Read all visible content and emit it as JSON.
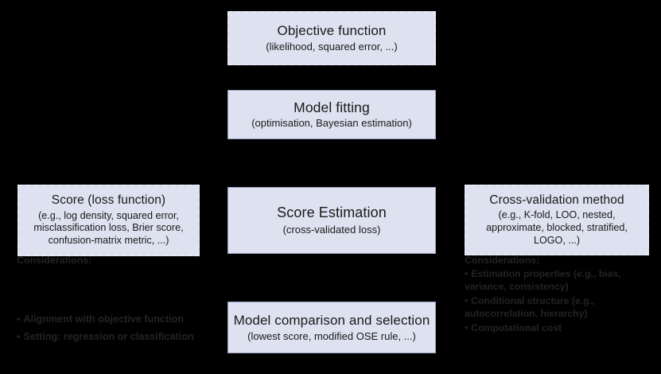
{
  "diagram": {
    "background_color": "#000000",
    "box_fill_color": "#dde1f0",
    "box_border_color": "#9aa3c4",
    "dashed_border_color": "#e9ecf6",
    "considerations_text_color": "#232323",
    "boxes": [
      {
        "id": "objective",
        "title": "Objective function",
        "subtitle": "(likelihood, squared error, ...)",
        "border": "dashed"
      },
      {
        "id": "fitting",
        "title": "Model fitting",
        "subtitle": "(optimisation, Bayesian estimation)",
        "border": "solid"
      },
      {
        "id": "score",
        "title": "Score (loss function)",
        "subtitle": "(e.g., log density, squared error, misclassification loss, Brier score, confusion-matrix metric, ...)",
        "border": "dashed"
      },
      {
        "id": "estimation",
        "title": "Score Estimation",
        "subtitle": "(cross-validated loss)",
        "border": "solid"
      },
      {
        "id": "cv",
        "title": "Cross-validation method",
        "subtitle": "(e.g., K-fold, LOO, nested, approximate, blocked, stratified, LOGO, ...)",
        "border": "dashed"
      },
      {
        "id": "comparison",
        "title": "Model comparison and selection",
        "subtitle": "(lowest score, modified OSE rule, ...)",
        "border": "solid"
      }
    ],
    "considerations_left": {
      "heading": "Considerations:",
      "bullet_glyph": "▪",
      "items": [
        "Alignment with objective function",
        "Setting: regression or classification"
      ]
    },
    "considerations_right": {
      "heading": "Considerations:",
      "bullet_glyph": "•",
      "items": [
        "Estimation properties   (e.g., bias, variance, consistency)",
        "Conditional structure (e.g., autocorrelation, hierarchy)",
        "Computational cost"
      ]
    }
  }
}
